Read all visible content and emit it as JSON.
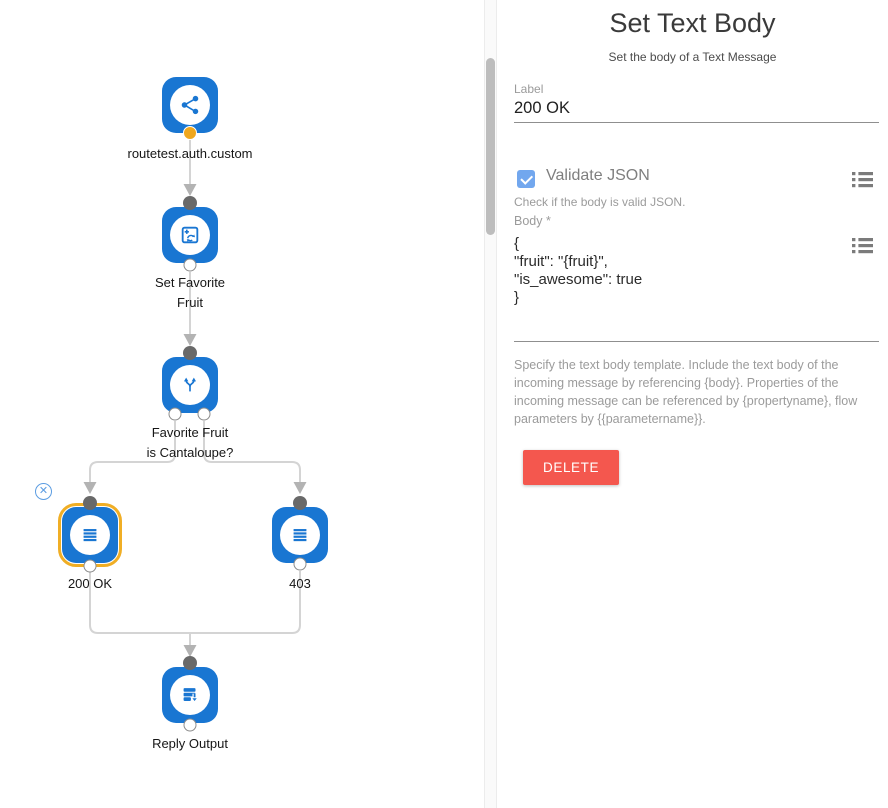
{
  "canvas": {
    "nodes": {
      "trigger": {
        "label": "routetest.auth.custom",
        "icon": "share-icon"
      },
      "set_variables": {
        "label": "Set Favorite\nFruit",
        "icon": "set-variables-icon"
      },
      "split": {
        "label": "Favorite Fruit\nis Cantaloupe?",
        "icon": "split-branch-icon"
      },
      "branch_200": {
        "label": "200 OK",
        "icon": "text-body-icon",
        "selected": true
      },
      "branch_403": {
        "label": "403",
        "icon": "text-body-icon",
        "selected": false
      },
      "reply": {
        "label": "Reply Output",
        "icon": "reply-output-icon"
      }
    },
    "close_glyph": "✕"
  },
  "panel": {
    "title": "Set Text Body",
    "subtitle": "Set the body of a Text Message",
    "label_field": {
      "label": "Label",
      "value": "200 OK"
    },
    "validate_json": {
      "label": "Validate JSON",
      "checked": true,
      "help": "Check if the body is valid JSON."
    },
    "body_field": {
      "label": "Body *",
      "value": "{\n\"fruit\": \"{fruit}\",\n\"is_awesome\": true\n}"
    },
    "description": "Specify the text body template. Include the text body of the incoming message by referencing {body}. Properties of the incoming message can be referenced by {propertyname}, flow parameters by {{parametername}}.",
    "delete_label": "DELETE"
  },
  "colors": {
    "node_blue": "#1976d2",
    "selected_border": "#f0ae25",
    "trigger_dot": "#efa71e",
    "connector_gray": "#d4d4d4",
    "arrow_gray": "#b3b3b3",
    "checkbox_blue": "#72a7ee",
    "delete_red": "#f4574e"
  }
}
